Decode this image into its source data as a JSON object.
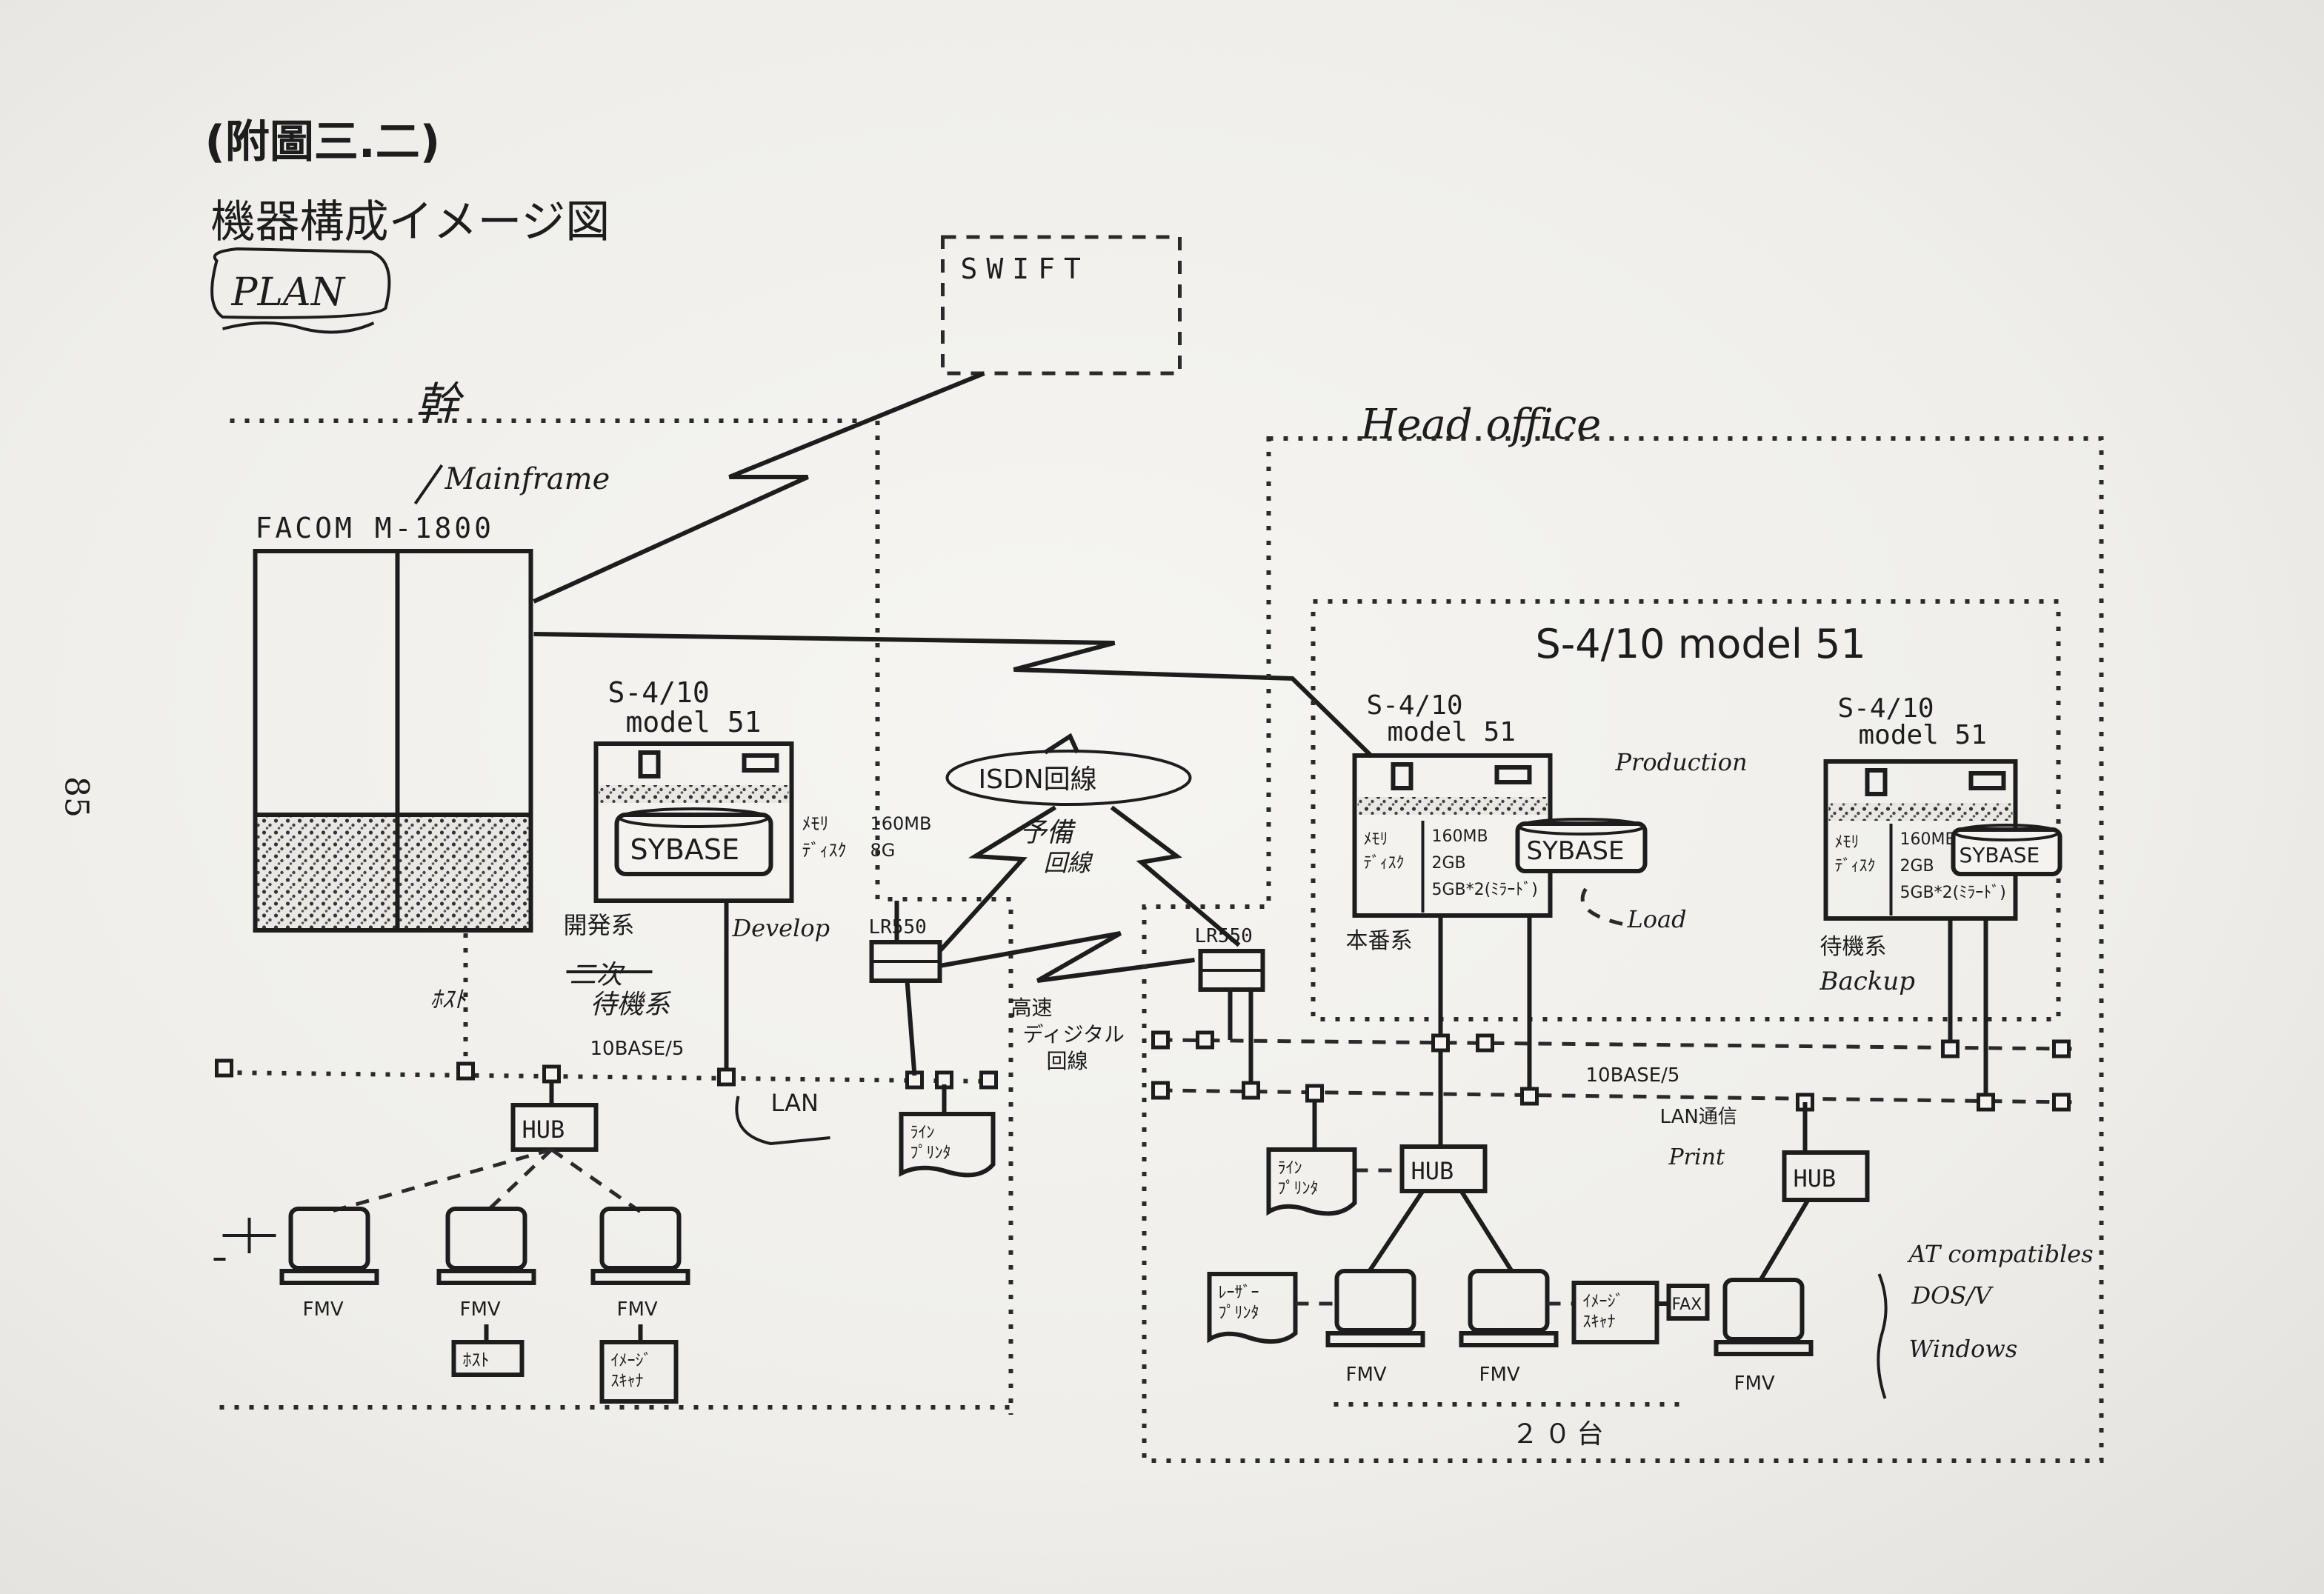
{
  "page_number": "85",
  "title": "(附圖三.二)",
  "subtitle": "機器構成イメージ図",
  "plan_label": "PLAN",
  "main_label": "幹",
  "mainframe_note": "Mainframe",
  "mainframe_name": "FACOM M-1800",
  "swift_label": "SWIFT",
  "head_office_note": "Head office",
  "server_group_title": "S-4/10 model 51",
  "dev_server": {
    "name_line1": "S-4/10",
    "name_line2": "model 51",
    "db": "SYBASE",
    "mem_label": "ﾒﾓﾘ",
    "disk_label": "ﾃﾞｨｽｸ",
    "mem_value": "160MB",
    "disk_value": "8G",
    "system_label": "開発系",
    "system_note": "Develop"
  },
  "secondary_label": "二次",
  "secondary_label2": "待機系",
  "lan_left": "10BASE/5",
  "lan_note": "LAN",
  "isdn_label": "ISDN回線",
  "backup_line_label": "予備",
  "backup_line_label2": "回線",
  "router_left": "LR550",
  "router_right": "LR550",
  "digital_line_1": "高速",
  "digital_line_2": "ディジタル",
  "digital_line_3": "回線",
  "line_printer": "ﾗｲﾝ\nﾌﾟﾘﾝﾀ",
  "prod_server": {
    "name_line1": "S-4/10",
    "name_line2": "model 51",
    "db": "SYBASE",
    "mem_label": "ﾒﾓﾘ",
    "disk_label": "ﾃﾞｨｽｸ",
    "mem_value": "160MB",
    "disk_value": "2GB",
    "mirror_value": "5GB*2(ﾐﾗｰﾄﾞ)",
    "system_label": "本番系",
    "note": "Production",
    "note2": "Load"
  },
  "backup_server": {
    "name_line1": "S-4/10",
    "name_line2": "model 51",
    "db": "SYBASE",
    "mem_label": "ﾒﾓﾘ",
    "disk_label": "ﾃﾞｨｽｸ",
    "mem_value": "160MB",
    "disk_value": "2GB",
    "mirror_value": "5GB*2(ﾐﾗｰﾄﾞ)",
    "system_label": "待機系",
    "note": "Backup"
  },
  "lan_right": "10BASE/5",
  "lan_comm_label": "LAN通信",
  "lan_comm_note": "Print",
  "hub_label": "HUB",
  "terminal_label": "FMV",
  "hostcomm_label": "ﾎｽﾄ",
  "image_scanner": "ｲﾒｰｼﾞ\nｽｷｬﾅ",
  "fax_label": "FAX",
  "laser_printer": "ﾚｰｻﾞｰ\nﾌﾟﾘﾝﾀ",
  "count_label": "２０台",
  "pc_note_1": "AT compatibles",
  "pc_note_2": "DOS/V",
  "pc_note_3": "Windows",
  "misc_left": "ﾎｽﾄ"
}
